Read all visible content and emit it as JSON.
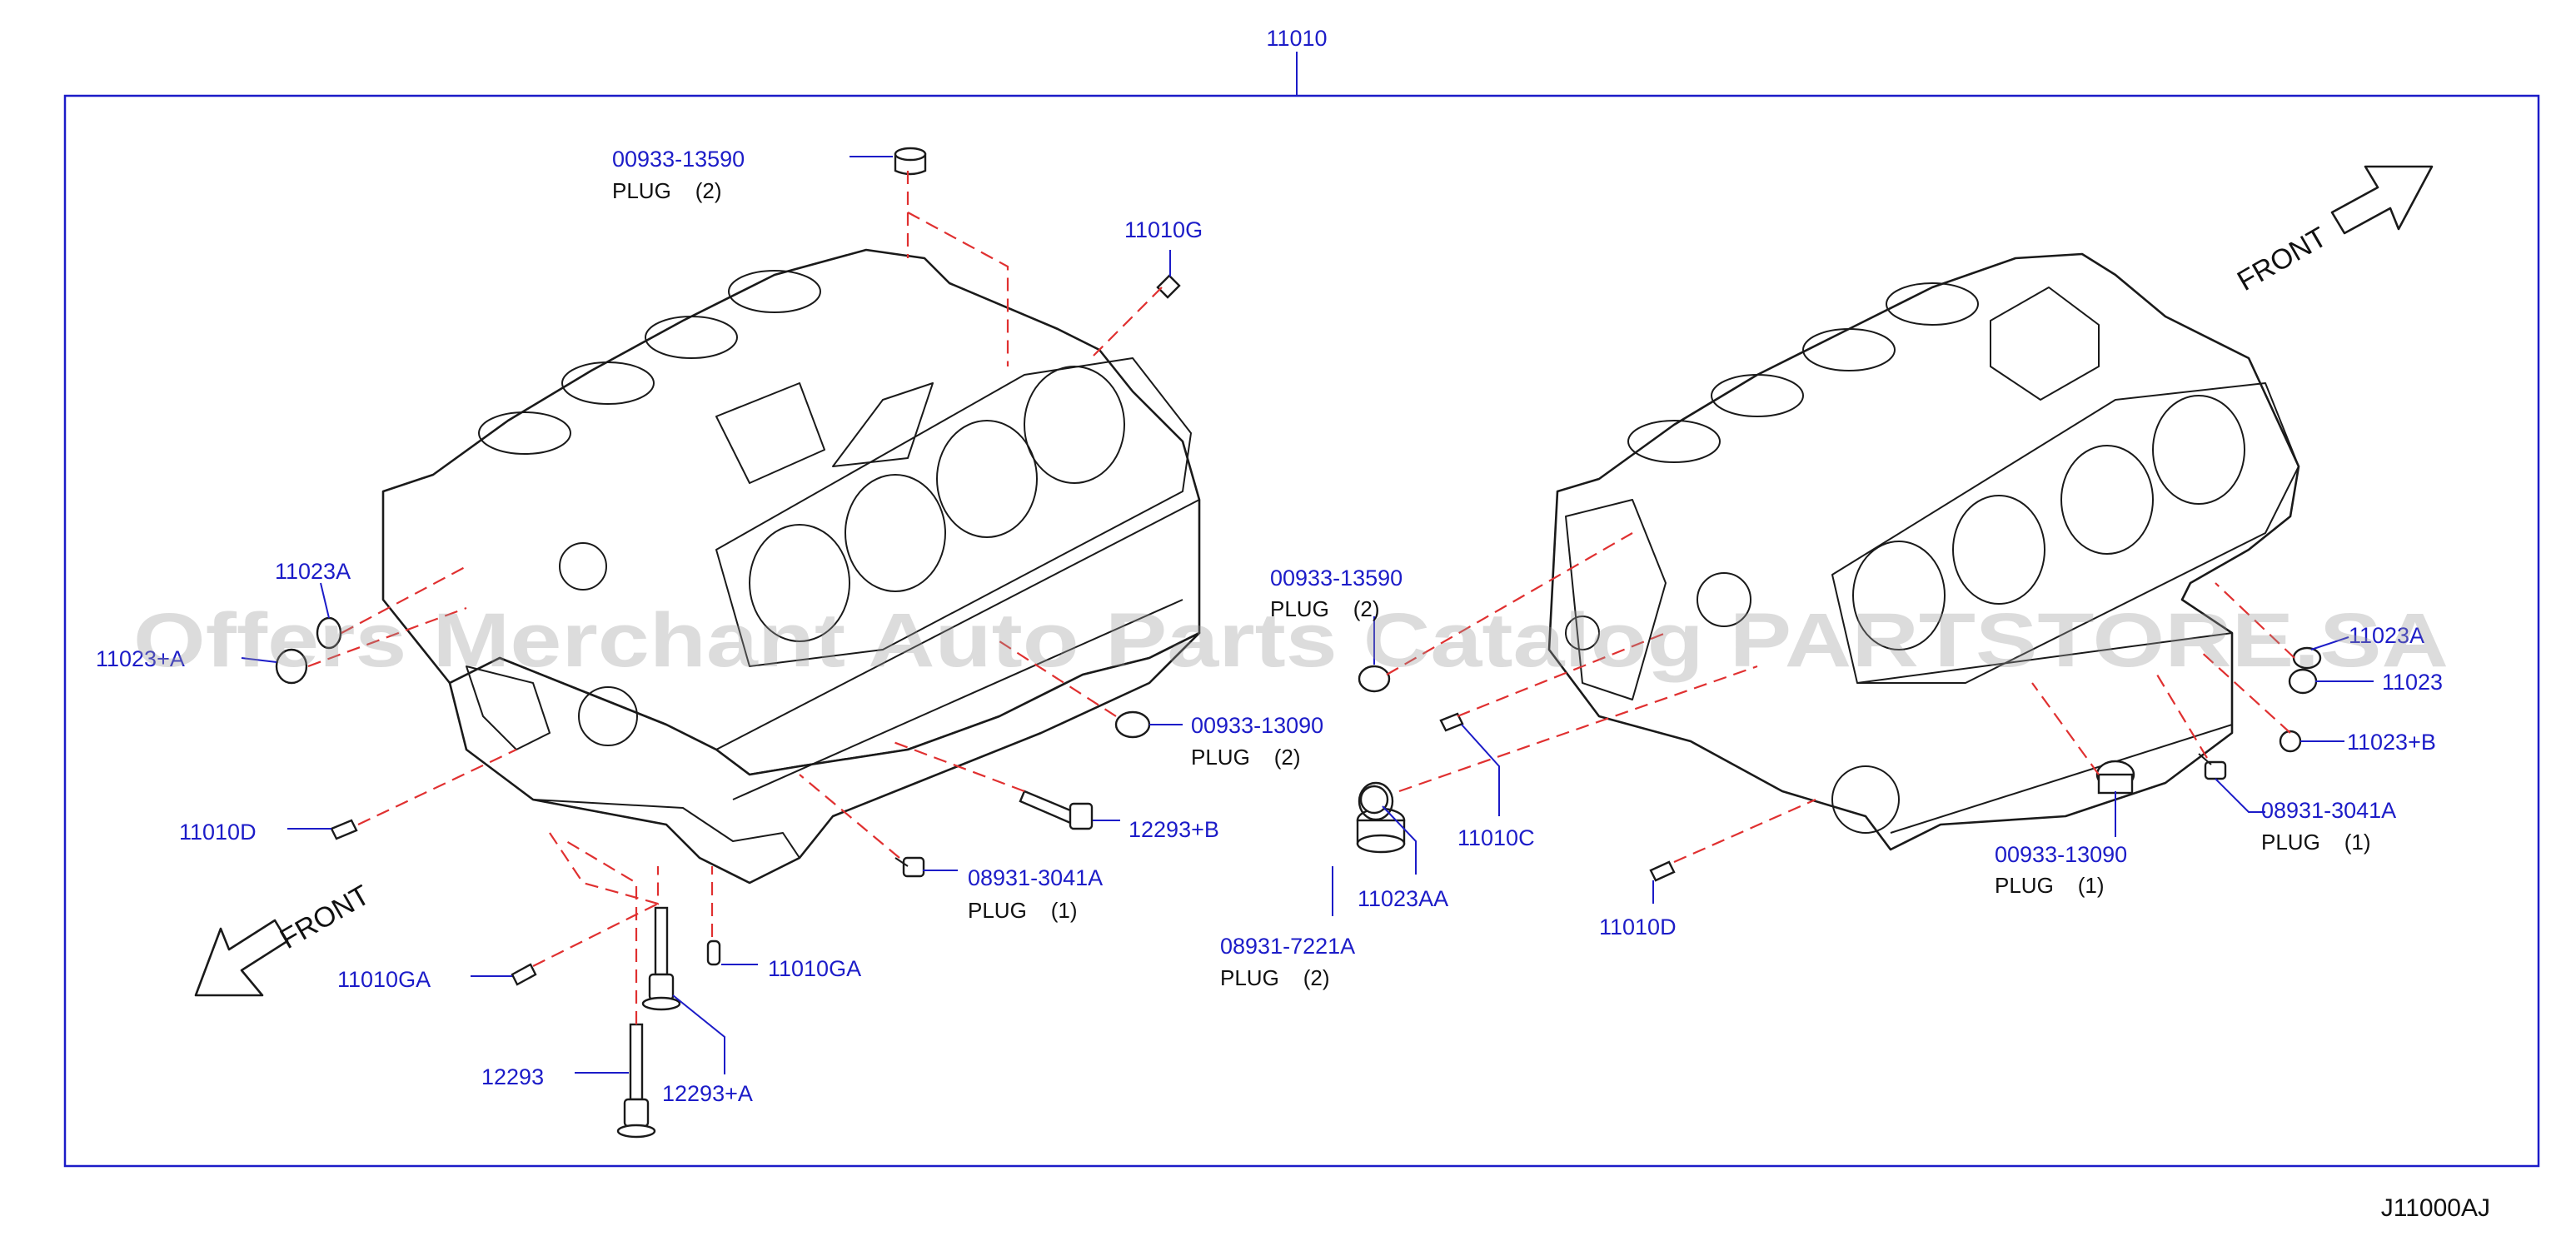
{
  "diagram": {
    "main_label": "11010",
    "drawing_code": "J11000AJ",
    "watermark": "Offers Merchant Auto Parts Catalog PARTSTORE.SA",
    "front_left": "FRONT",
    "front_right": "FRONT",
    "colors": {
      "part_number": "#1c1cc8",
      "dashed_leader": "#e03030",
      "line_art": "#1a1a1a"
    }
  },
  "callouts": [
    {
      "id": "c1",
      "part": "00933-13590",
      "note": "PLUG    (2)"
    },
    {
      "id": "c2",
      "part": "11010G",
      "note": ""
    },
    {
      "id": "c3",
      "part": "11023A",
      "note": ""
    },
    {
      "id": "c4",
      "part": "11023+A",
      "note": ""
    },
    {
      "id": "c5",
      "part": "00933-13090",
      "note": "PLUG    (2)"
    },
    {
      "id": "c6",
      "part": "12293+B",
      "note": ""
    },
    {
      "id": "c7",
      "part": "08931-3041A",
      "note": "PLUG    (1)"
    },
    {
      "id": "c8",
      "part": "11010D",
      "note": ""
    },
    {
      "id": "c9",
      "part": "11010GA",
      "note": ""
    },
    {
      "id": "c10",
      "part": "11010GA",
      "note": ""
    },
    {
      "id": "c11",
      "part": "12293",
      "note": ""
    },
    {
      "id": "c12",
      "part": "12293+A",
      "note": ""
    },
    {
      "id": "c13",
      "part": "00933-13590",
      "note": "PLUG    (2)"
    },
    {
      "id": "c14",
      "part": "11010C",
      "note": ""
    },
    {
      "id": "c15",
      "part": "11023AA",
      "note": ""
    },
    {
      "id": "c16",
      "part": "08931-7221A",
      "note": "PLUG    (2)"
    },
    {
      "id": "c17",
      "part": "11010D",
      "note": ""
    },
    {
      "id": "c18",
      "part": "11023A",
      "note": ""
    },
    {
      "id": "c19",
      "part": "11023",
      "note": ""
    },
    {
      "id": "c20",
      "part": "11023+B",
      "note": ""
    },
    {
      "id": "c21",
      "part": "00933-13090",
      "note": "PLUG    (1)"
    },
    {
      "id": "c22",
      "part": "08931-3041A",
      "note": "PLUG    (1)"
    }
  ]
}
